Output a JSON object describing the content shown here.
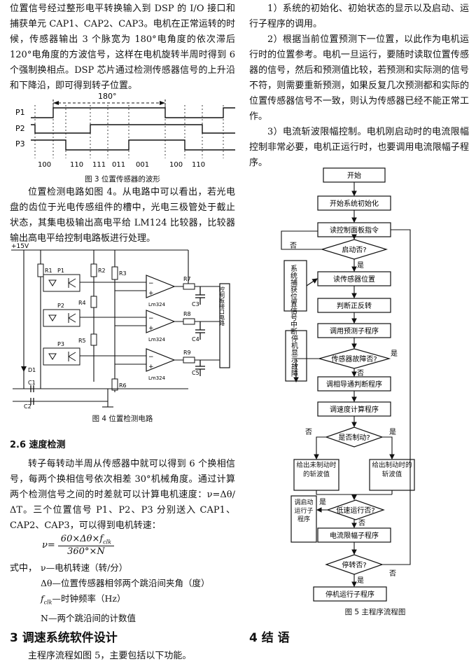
{
  "left_intro": "位置信号经过整形电平转换输入到 DSP 的 I/O 接口和捕获单元 CAP1、CAP2、CAP3。电机在正常运转的时候，传感器输出 3 个脉宽为 180°电角度的依次滞后 120°电角度的方波信号，这样在电机旋转半周时得到 6 个强制换相点。DSP 芯片通过检测传感器信号的上升沿和下降沿，即可得到转子位置。",
  "fig3": {
    "caption": "图 3   位置传感器的波形",
    "angle_label": "180°",
    "signals": [
      "P1",
      "P2",
      "P3"
    ],
    "codes": [
      "100",
      "110",
      "111",
      "011",
      "001",
      "100",
      "110"
    ]
  },
  "fig4_intro": "位置检测电路如图 4。从电路中可以看出，若光电盘的齿位于光电传感组件的槽中，光电三极管处于截止状态，其集电极输出高电平给 LM124 比较器，比较器输出高电平给控制电路板进行处理。",
  "fig4": {
    "caption": "图 4   位置检测电路",
    "supply": "+15V",
    "resistors": [
      "R1",
      "R2",
      "R3",
      "R4",
      "R5",
      "R6",
      "R7",
      "R8",
      "R9"
    ],
    "caps": [
      "C1",
      "C2",
      "C3",
      "C4",
      "C5"
    ],
    "diode": "D1",
    "sensors": [
      "P1",
      "P2",
      "P3"
    ],
    "opamp": "Lm324",
    "output_block": "控制板接口电路"
  },
  "sec26": {
    "heading": "2.6   速度检测",
    "text": "转子每转动半周从传感器中就可以得到 6 个换相信号，每两个换相信号依次相差 30°机械角度。通过计算两个检测信号之间的时差就可以计算电机速度：ν=Δθ/ΔT。三个位置信号 P1、P2、P3 分别送入 CAP1、CAP2、CAP3，可以得到电机转速：",
    "formula_lhs": "ν=",
    "formula_num": "60×Δθ×f",
    "formula_sub": "clk",
    "formula_den": "360°×N",
    "where_label": "式中，",
    "defs": [
      "ν—电机转速（转/分）",
      "Δθ—位置传感器相邻两个跳沿间夹角（度）",
      "—时钟频率（Hz）",
      "N—两个跳沿间的计数值"
    ],
    "fclk_symbol": "f",
    "fclk_sub": "clk"
  },
  "sec3": {
    "heading": "3   调速系统软件设计",
    "text": "主程序流程如图 5，主要包括以下功能。"
  },
  "right": {
    "p1": "1）系统的初始化、初始状态的显示以及启动、运行子程序的调用。",
    "p2": "2）根据当前位置预测下一位置，以此作为电机运行时的位置参考。电机一旦运行，要随时读取位置传感器的信号，然后和预测值比较，若预测和实际测的信号不符，则需要重新预测，如果反复几次预测都和实际的位置传感器信号不一致，则认为传感器已经不能正常工作。",
    "p3": "3）电流斩波限幅控制。电机刚启动时的电流限幅控制非常必要，电机正运行时，也要调用电流限幅子程序。"
  },
  "fig5": {
    "caption": "图 5   主程序流程图",
    "start": "开始",
    "init": "开始系统初始化",
    "read_panel": "读控制面板指令",
    "start_q": "启动否?",
    "capture": "系统捕获位置信号中断",
    "read_sensor": "读传感器位置",
    "dir": "判断正反转",
    "predict": "调用预测子程序",
    "stop_show": "停机显示故障",
    "fault_q": "传感器故障否?",
    "commutation": "调相导通判断程序",
    "speed": "调速度计算程序",
    "brake_q": "是否制动?",
    "chop_no": "给出未制动时的斩波值",
    "chop_yes": "给出制动时的斩波值",
    "run_sub": "调启动运行子程序",
    "low_speed_q": "低速运行否?",
    "current_limit": "电流限幅子程序",
    "stop_q": "停转否?",
    "stop_run": "停机运行子程序",
    "yes": "是",
    "no": "否"
  },
  "sec4": {
    "heading": "4   结   语"
  }
}
